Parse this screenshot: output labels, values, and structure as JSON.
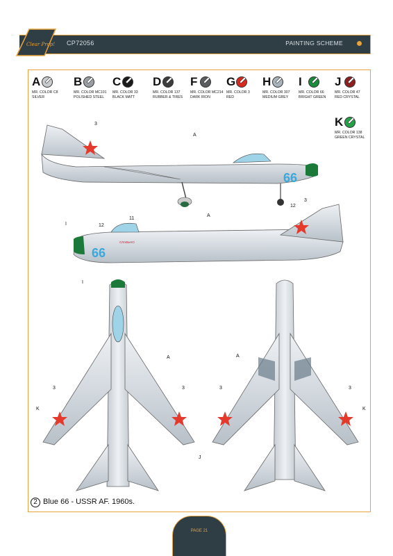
{
  "header": {
    "code": "CP72056",
    "section": "PAINTING SCHEME"
  },
  "logo": {
    "text": "Clear Prop!"
  },
  "colors": {
    "accent": "#e8a33c",
    "band": "#2f3d44",
    "aircraft_silver": "#d7dde3",
    "canopy_blue": "#9fd3e8",
    "nose_green": "#1b7a3a",
    "star_red": "#e5392c",
    "number_blue": "#39a8dc"
  },
  "swatches": [
    {
      "letter": "A",
      "line1": "MR. COLOR C8",
      "line2": "SILVER",
      "color": "#c9ccce"
    },
    {
      "letter": "B",
      "line1": "MR. COLOR MC101",
      "line2": "POLISHED STEEL",
      "color": "#9a9ea2"
    },
    {
      "letter": "C",
      "line1": "MR. COLOR 33",
      "line2": "BLACK MATT",
      "color": "#1a1a1a"
    },
    {
      "letter": "D",
      "line1": "MR. COLOR 137",
      "line2": "RUBBER & TIRES",
      "color": "#3d3d3d"
    },
    {
      "letter": "F",
      "line1": "MR. COLOR MC214",
      "line2": "DARK IRON",
      "color": "#5b5e60"
    },
    {
      "letter": "G",
      "line1": "MR. COLOR 3",
      "line2": "RED",
      "color": "#d8291e"
    },
    {
      "letter": "H",
      "line1": "MR. COLOR 307",
      "line2": "MEDIUM GREY",
      "color": "#a8b3bb"
    },
    {
      "letter": "I",
      "line1": "MR. COLOR 66",
      "line2": "BRIGHT GREEN",
      "color": "#1a8a3c"
    },
    {
      "letter": "J",
      "line1": "MR. COLOR 47",
      "line2": "RED CRYSTAL",
      "color": "#8c2020"
    },
    {
      "letter": "K",
      "line1": "MR. COLOR 138",
      "line2": "GREEN CRYSTAL",
      "color": "#27a04a"
    }
  ],
  "markings": {
    "tail_number": "66",
    "cockpit_text": "СЛАВЬНО"
  },
  "callouts": {
    "star": "3",
    "silver": "A",
    "number": "12",
    "stencil": "11",
    "nose_green": "I",
    "wingtip_crystal": "K",
    "nav_light_red": "J"
  },
  "caption": {
    "number": "2",
    "text": "Blue 66 -  USSR AF.  1960s."
  },
  "footer": {
    "page": "PAGE 21"
  }
}
